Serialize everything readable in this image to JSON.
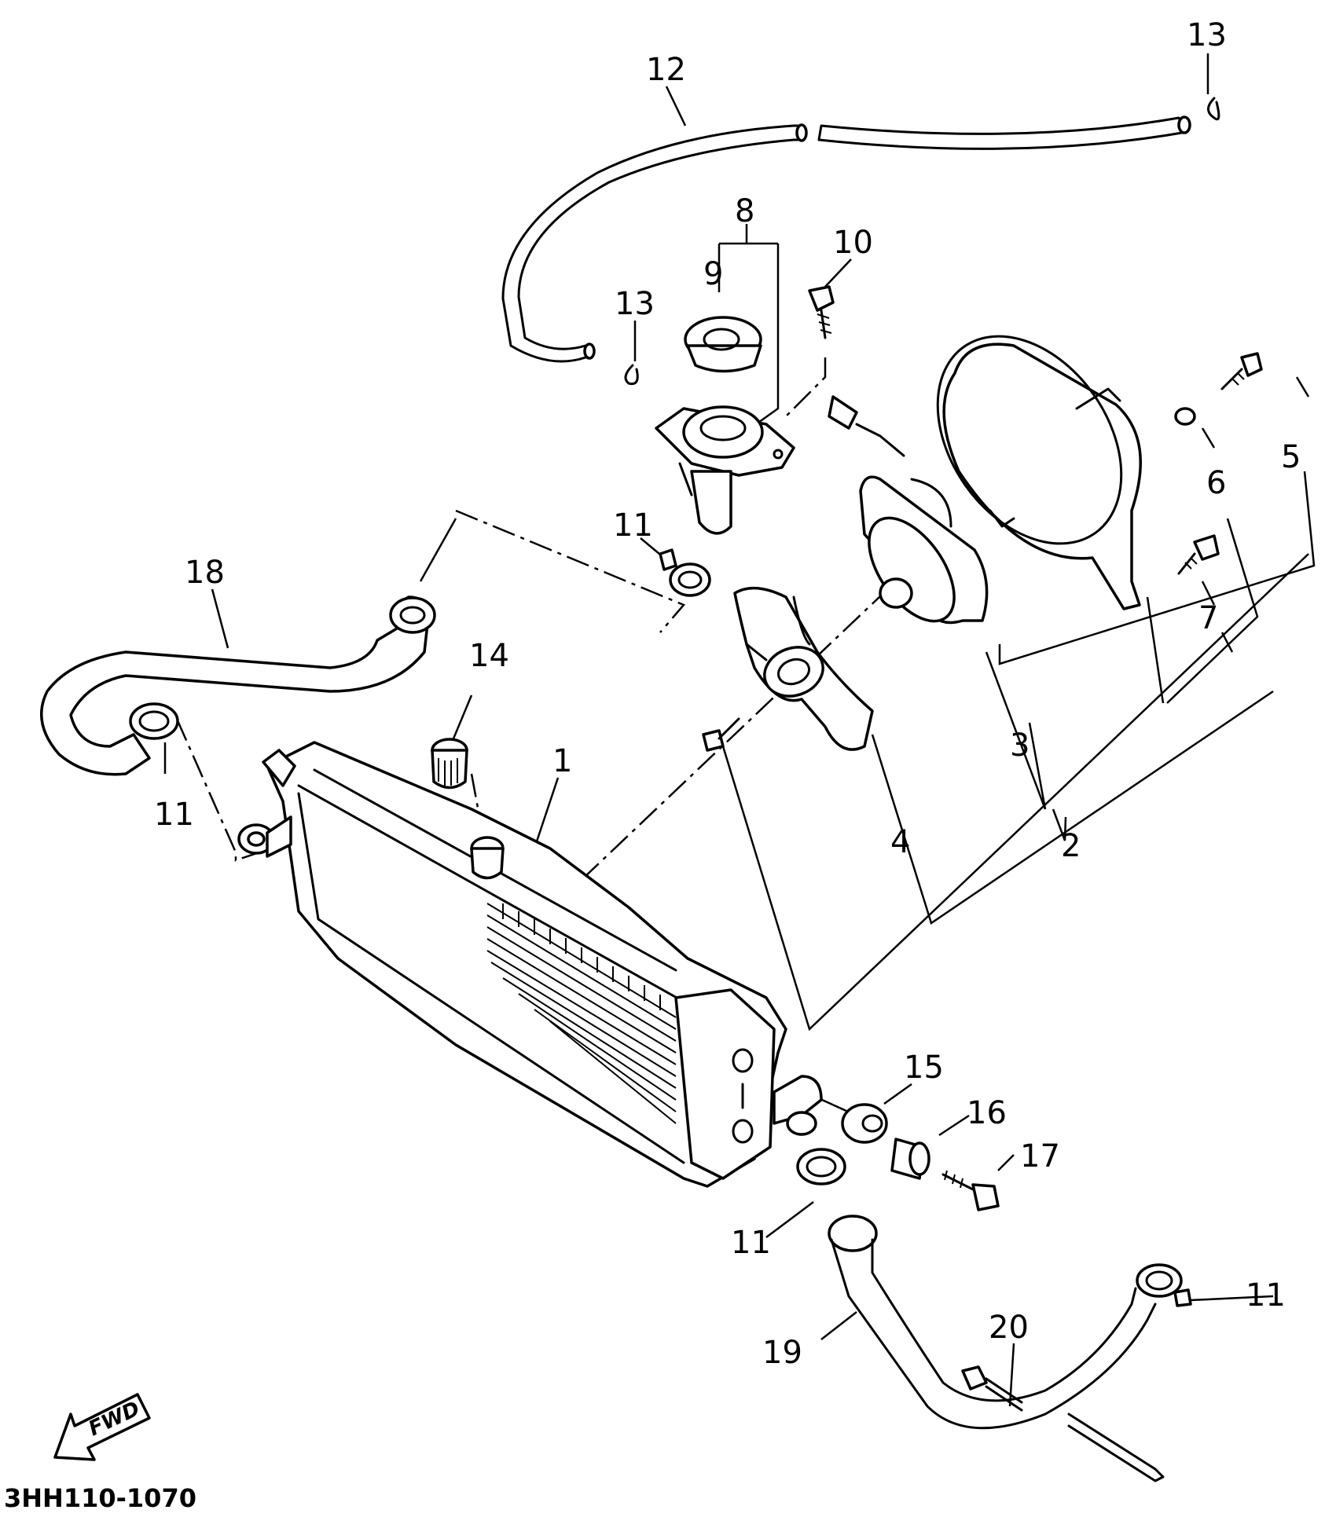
{
  "diagram": {
    "code": "3HH110-1070",
    "fwd_label": "FWD",
    "callouts": [
      {
        "id": "c1",
        "label": "1"
      },
      {
        "id": "c2",
        "label": "2"
      },
      {
        "id": "c3",
        "label": "3"
      },
      {
        "id": "c4",
        "label": "4"
      },
      {
        "id": "c5",
        "label": "5"
      },
      {
        "id": "c6",
        "label": "6"
      },
      {
        "id": "c7",
        "label": "7"
      },
      {
        "id": "c8",
        "label": "8"
      },
      {
        "id": "c9",
        "label": "9"
      },
      {
        "id": "c10",
        "label": "10"
      },
      {
        "id": "c11a",
        "label": "11"
      },
      {
        "id": "c11b",
        "label": "11"
      },
      {
        "id": "c11c",
        "label": "11"
      },
      {
        "id": "c11d",
        "label": "11"
      },
      {
        "id": "c12",
        "label": "12"
      },
      {
        "id": "c13a",
        "label": "13"
      },
      {
        "id": "c13b",
        "label": "13"
      },
      {
        "id": "c14",
        "label": "14"
      },
      {
        "id": "c15",
        "label": "15"
      },
      {
        "id": "c16",
        "label": "16"
      },
      {
        "id": "c17",
        "label": "17"
      },
      {
        "id": "c18",
        "label": "18"
      },
      {
        "id": "c19",
        "label": "19"
      },
      {
        "id": "c20",
        "label": "20"
      }
    ]
  }
}
